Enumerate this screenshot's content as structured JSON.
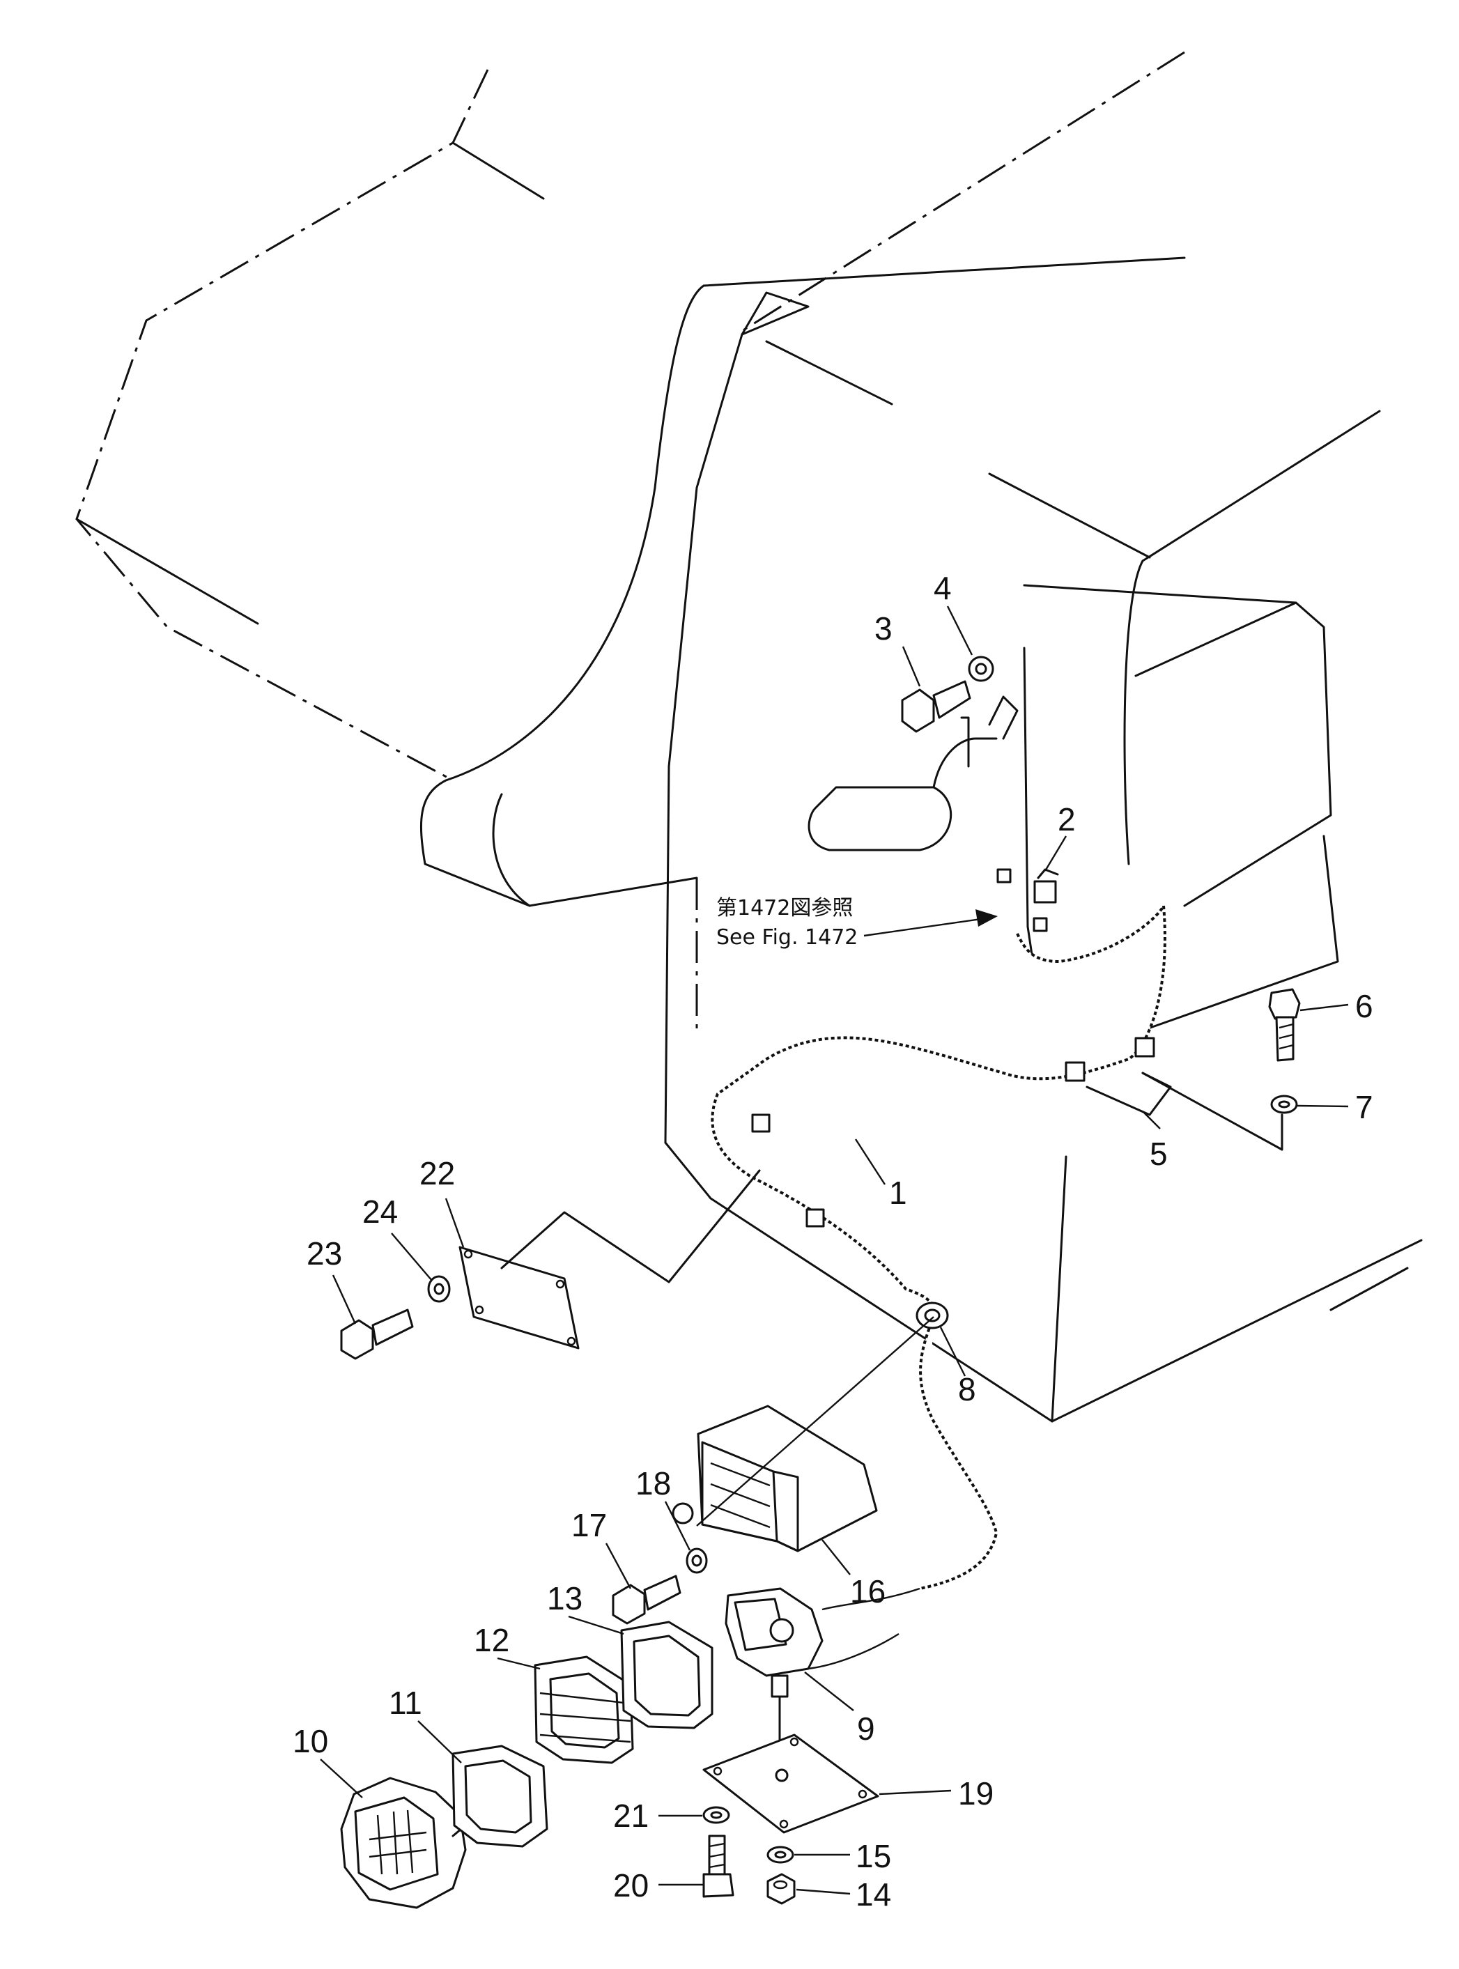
{
  "reference_note": {
    "japanese": "第1472図参照",
    "english": "See Fig. 1472"
  },
  "callouts": [
    "1",
    "2",
    "3",
    "4",
    "5",
    "6",
    "7",
    "8",
    "9",
    "10",
    "11",
    "12",
    "13",
    "14",
    "15",
    "16",
    "17",
    "18",
    "19",
    "20",
    "21",
    "22",
    "23",
    "24"
  ],
  "colors": {
    "ink": "#111111",
    "paper": "#ffffff"
  }
}
